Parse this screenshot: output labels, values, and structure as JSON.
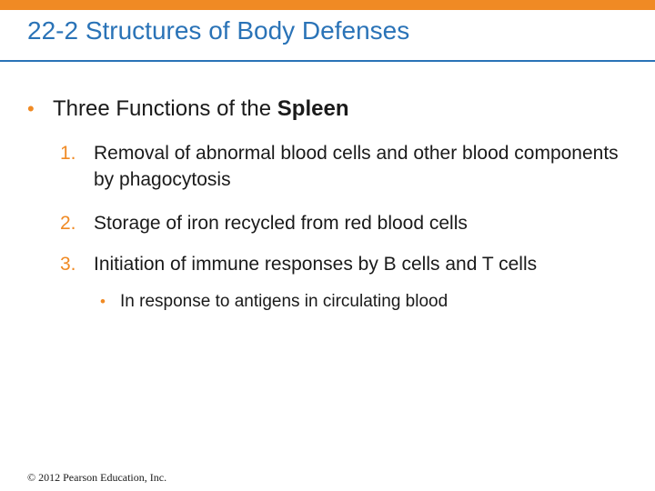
{
  "slide": {
    "title": "22-2 Structures of Body Defenses",
    "bullet": {
      "marker": "•",
      "text_regular": "Three Functions of the ",
      "text_bold": "Spleen"
    },
    "items": [
      {
        "number": "1.",
        "text": "Removal of abnormal blood cells and other blood components by phagocytosis"
      },
      {
        "number": "2.",
        "text": "Storage of iron recycled from red blood cells"
      },
      {
        "number": "3.",
        "text": "Initiation of immune responses by B cells and T cells"
      }
    ],
    "sub_bullet": {
      "marker": "•",
      "text": "In response to antigens in circulating blood"
    },
    "copyright": "© 2012 Pearson Education, Inc."
  },
  "colors": {
    "accent": "#f08a24",
    "title": "#2a73b7"
  }
}
